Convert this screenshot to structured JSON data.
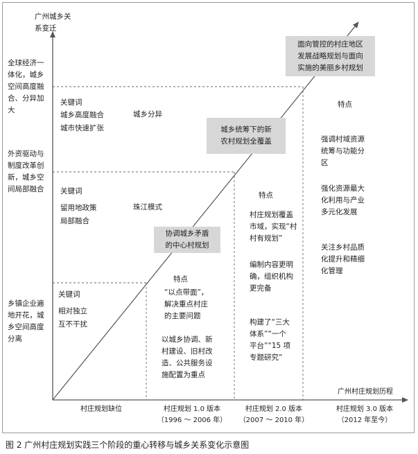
{
  "y_axis_title": "广州城乡关\n系变迁",
  "x_axis_title": "广州村庄规划历程",
  "left_descriptions": [
    "全球经济一\n体化，城乡\n空间高度融\n合、分异加\n大",
    "外资驱动与\n制度改革创\n新，城乡空\n间局部融合",
    "乡镇企业遍\n地开花，城\n乡空间高度\n分离"
  ],
  "keyword_blocks": [
    {
      "heading": "关键词",
      "lines": "城乡高度融合\n城市快速扩张",
      "side": "城乡分异"
    },
    {
      "heading": "关键词",
      "lines": "留用地政策\n局部融合",
      "side": "珠江模式"
    },
    {
      "heading": "关键词",
      "lines": "相对独立\n互不干扰",
      "side": ""
    }
  ],
  "diagonal_boxes": [
    "协调城乡矛盾\n的中心村规划",
    "城乡统筹下的新\n农村规划全覆盖",
    "面向管控的村庄地区\n发展战略规划与面向\n实施的美丽乡村规划"
  ],
  "feature_heading": "特点",
  "features_v1": [
    "“以点带面”，\n解决重点村庄\n的主要问题",
    "以城乡协调、新\n村建设、旧村改\n造、公共服务设\n施配置为重点"
  ],
  "features_v2": [
    "村庄规划覆盖\n市域，实现“村\n村有规划”",
    "编制内容更明\n确，组织机构\n更完备",
    "构建了“三大\n体系”“一个\n平台”“15 项\n专题研究”"
  ],
  "features_v3": [
    "强调村域资源\n统筹与功能分\n区",
    "强化资源最大\n化利用与产业\n多元化发展",
    "关注乡村品质\n化提升和精细\n化管理"
  ],
  "x_stages": [
    {
      "name": "村庄规划缺位",
      "period": ""
    },
    {
      "name": "村庄规划 1.0 版本",
      "period": "（1996 ～ 2006 年）"
    },
    {
      "name": "村庄规划 2.0 版本",
      "period": "（2007 ～ 2010 年）"
    },
    {
      "name": "村庄规划 3.0 版本",
      "period": "（2012 年至今）"
    }
  ],
  "caption": "图 2 广州村庄规划实践三个阶段的重心转移与城乡关系变化示意图",
  "colors": {
    "box_fill": "#d7d7d7",
    "line": "#555555",
    "dash": "#666666"
  }
}
